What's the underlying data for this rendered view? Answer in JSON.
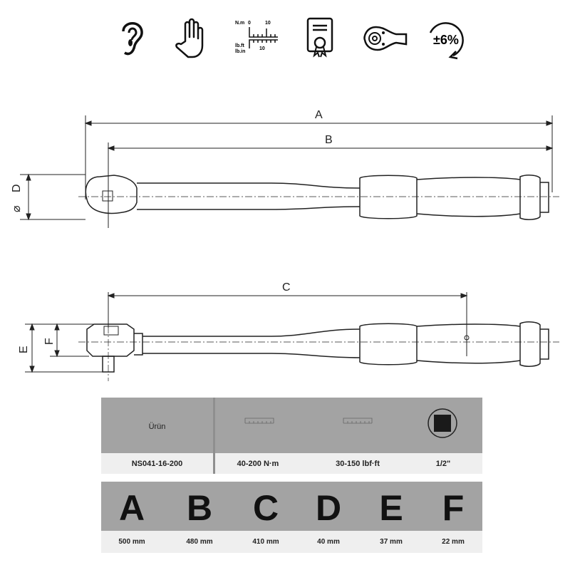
{
  "icons": [
    "ear-icon",
    "hand-icon",
    "dual-scale-icon",
    "certificate-icon",
    "ratchet-head-icon",
    "accuracy-icon"
  ],
  "scale_icon": {
    "top_unit": "N.m",
    "top_0": "0",
    "top_10": "10",
    "bottom_unit1": "lb.ft",
    "bottom_unit2": "lb.in",
    "bottom_10": "10"
  },
  "accuracy_label": "±6%",
  "drawing": {
    "dim_a": "A",
    "dim_b": "B",
    "dim_c": "C",
    "dim_d": "D",
    "dim_e": "E",
    "dim_f": "F",
    "diameter_symbol": "⌀"
  },
  "spec_table": {
    "header_product": "Ürün",
    "product": "NS041-16-200",
    "torque_nm": "40-200 N·m",
    "torque_lbfft": "30-150 lbf·ft",
    "drive": "1/2\""
  },
  "dimension_table": {
    "letters": [
      "A",
      "B",
      "C",
      "D",
      "E",
      "F"
    ],
    "values": [
      "500 mm",
      "480 mm",
      "410 mm",
      "40 mm",
      "37 mm",
      "22 mm"
    ]
  }
}
